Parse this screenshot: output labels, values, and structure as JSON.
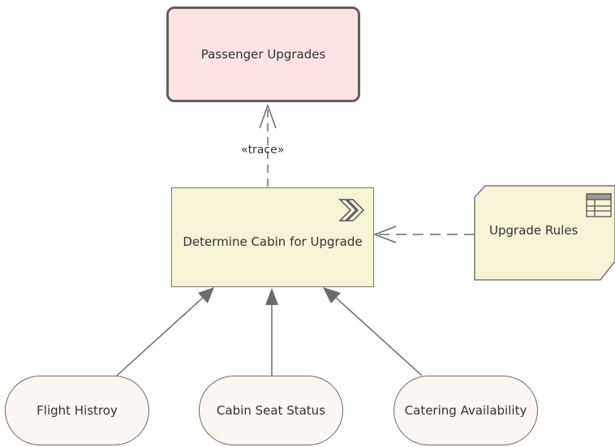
{
  "diagram": {
    "goal": {
      "label": "Passenger Upgrades"
    },
    "process": {
      "label": "Determine Cabin for Upgrade",
      "icon": "process-chevron-icon"
    },
    "trace_label": "«trace»",
    "rules": {
      "label": "Upgrade Rules",
      "icon": "table-icon"
    },
    "inputs": [
      {
        "label": "Flight Histroy"
      },
      {
        "label": "Cabin Seat Status"
      },
      {
        "label": "Catering Availability"
      }
    ],
    "colors": {
      "goal_fill": "#fde3e3",
      "process_fill": "#f7f4d6",
      "input_fill": "#fbf6f1",
      "line": "#6b6b6b"
    }
  }
}
